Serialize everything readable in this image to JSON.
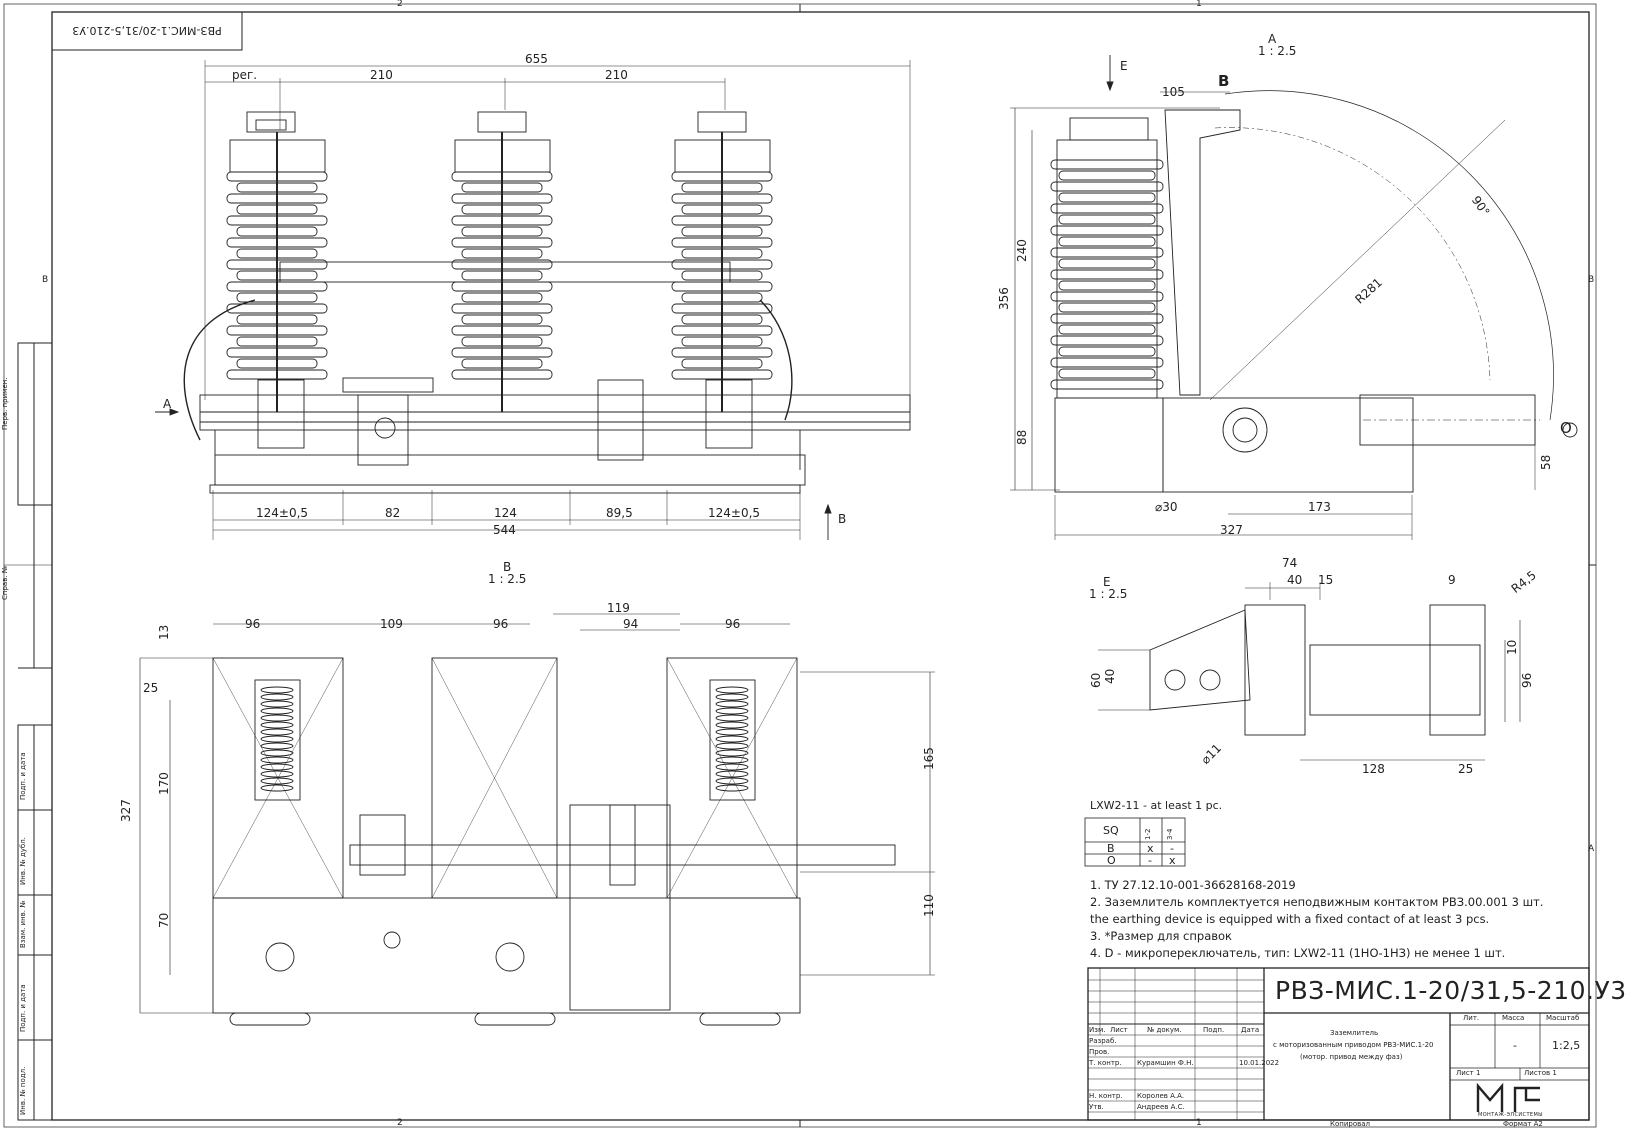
{
  "sheet": {
    "zones_top": [
      "2",
      "1"
    ],
    "zones_bottom": [
      "2",
      "1"
    ],
    "zones_side": [
      "B",
      "A",
      "B",
      "A"
    ],
    "stamp_mirrored": "РВЗ-МИС.1-20/31,5-210.У3",
    "left_column": [
      "Перв. примен.",
      "Справ. №",
      "Подп. и дата",
      "Инв. № дубл.",
      "Взам. инв. №",
      "Подп. и дата",
      "Инв. № подл."
    ]
  },
  "front_view": {
    "arrow_a": "A",
    "arrow_b": "B",
    "dims_top": [
      "655",
      "рег.",
      "210",
      "210"
    ],
    "dims_bottom": [
      "124±0,5",
      "82",
      "124",
      "89,5",
      "124±0,5",
      "544"
    ]
  },
  "side_view": {
    "label": "A",
    "scale": "1 : 2.5",
    "arrow_e": "E",
    "arrow_b": "B",
    "dims": [
      "105",
      "90°",
      "R281",
      "240",
      "356",
      "88",
      "58",
      "⌀30",
      "173",
      "327"
    ],
    "position_o": "O"
  },
  "bottom_view": {
    "label": "B",
    "scale": "1 : 2.5",
    "dims_top": [
      "96",
      "109",
      "96",
      "119",
      "94",
      "96"
    ],
    "dims_left": [
      "13",
      "25",
      "327",
      "170",
      "70"
    ],
    "dims_right": [
      "165",
      "110"
    ]
  },
  "detail_view": {
    "label": "E",
    "scale": "1 : 2.5",
    "dims": [
      "74",
      "40",
      "15",
      "9",
      "R4,5",
      "60",
      "40",
      "10",
      "96",
      "⌀11",
      "128",
      "25"
    ]
  },
  "switch_table": {
    "caption": "LXW2-11 - at least 1 pc.",
    "header": [
      "SQ",
      "1-2",
      "3-4"
    ],
    "rows": [
      [
        "B",
        "x",
        "-"
      ],
      [
        "O",
        "-",
        "x"
      ]
    ]
  },
  "notes": [
    "1.     ТУ 27.12.10-001-36628168-2019",
    "2.     Заземлитель комплектуется неподвижным контактом РВЗ.00.001 3 шт.",
    "the earthing device is equipped with a fixed contact of at least 3 pcs.",
    "3.     *Размер для справок",
    "4.     D - микропереключатель, тип: LXW2-11 (1НО-1НЗ) не менее 1 шт."
  ],
  "title_block": {
    "designation": "РВЗ-МИС.1-20/31,5-210.У3",
    "name_lines": [
      "Заземлитель",
      "с моторизованным приводом РВЗ-МИС.1-20",
      "(мотор. привод между фаз)"
    ],
    "col_headers": [
      "Изм.",
      "Лист",
      "№ докум.",
      "Подп.",
      "Дата"
    ],
    "roles": [
      "Разраб.",
      "Пров.",
      "Т. контр.",
      "Н. контр.",
      "Утв."
    ],
    "t_contr_name": "Курамшин Ф.Н.",
    "t_contr_date": "10.01.2022",
    "n_contr_name": "Королев А.А.",
    "utv_name": "Андреев А.С.",
    "lit": "Лит.",
    "mass": "Масса",
    "scale_header": "Масштаб",
    "mass_value": "-",
    "scale_value": "1:2,5",
    "sheet": "Лист 1",
    "sheets": "Листов 1",
    "logo_text": "МС",
    "company": "МОНТАЖ-ЭЛСИСТЕМЫ",
    "copied": "Копировал",
    "format": "Формат А2"
  },
  "colors": {
    "line": "#222222",
    "hatch": "#555555"
  }
}
